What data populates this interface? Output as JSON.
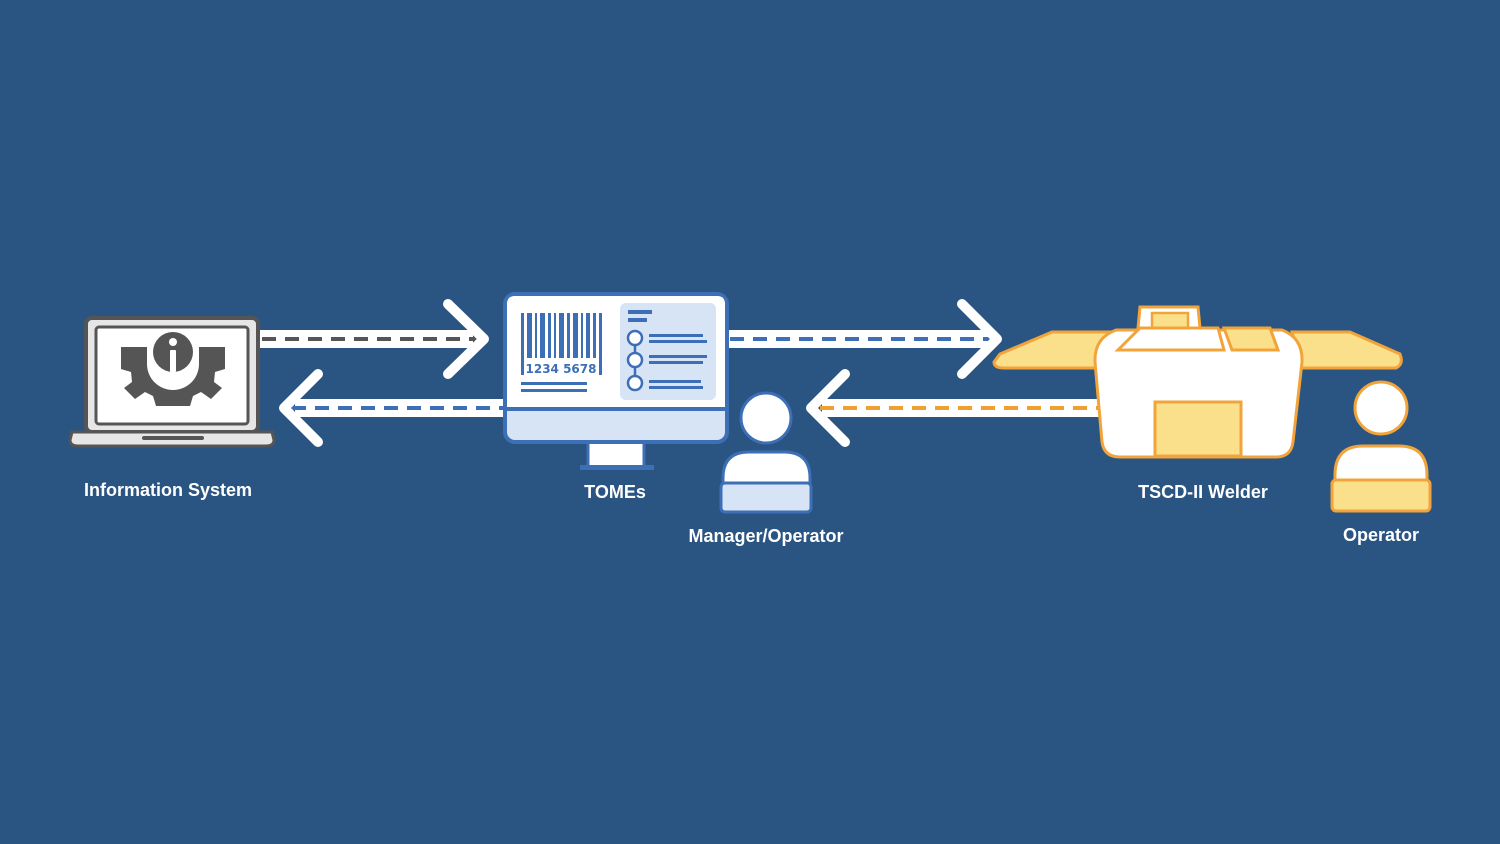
{
  "nodes": {
    "information_system": {
      "label": "Information System",
      "icon": "laptop-gear-info-icon"
    },
    "tomes": {
      "label": "TOMEs",
      "icon": "monitor-barcode-icon",
      "barcode_text": "1234 5678"
    },
    "manager_operator": {
      "label": "Manager/Operator",
      "icon": "person-icon"
    },
    "welder": {
      "label": "TSCD-II Welder",
      "icon": "welder-machine-icon"
    },
    "operator": {
      "label": "Operator",
      "icon": "person-icon"
    }
  },
  "colors": {
    "background": "#2a5482",
    "white": "#ffffff",
    "gray_dash": "#555555",
    "blue_dash": "#3d6fb6",
    "orange_dash": "#f0a030",
    "light_blue_fill": "#d6e4f5",
    "gray_fill": "#e6e6e6",
    "yellow_fill": "#fbe08c",
    "orange_stroke": "#f2a43a"
  }
}
